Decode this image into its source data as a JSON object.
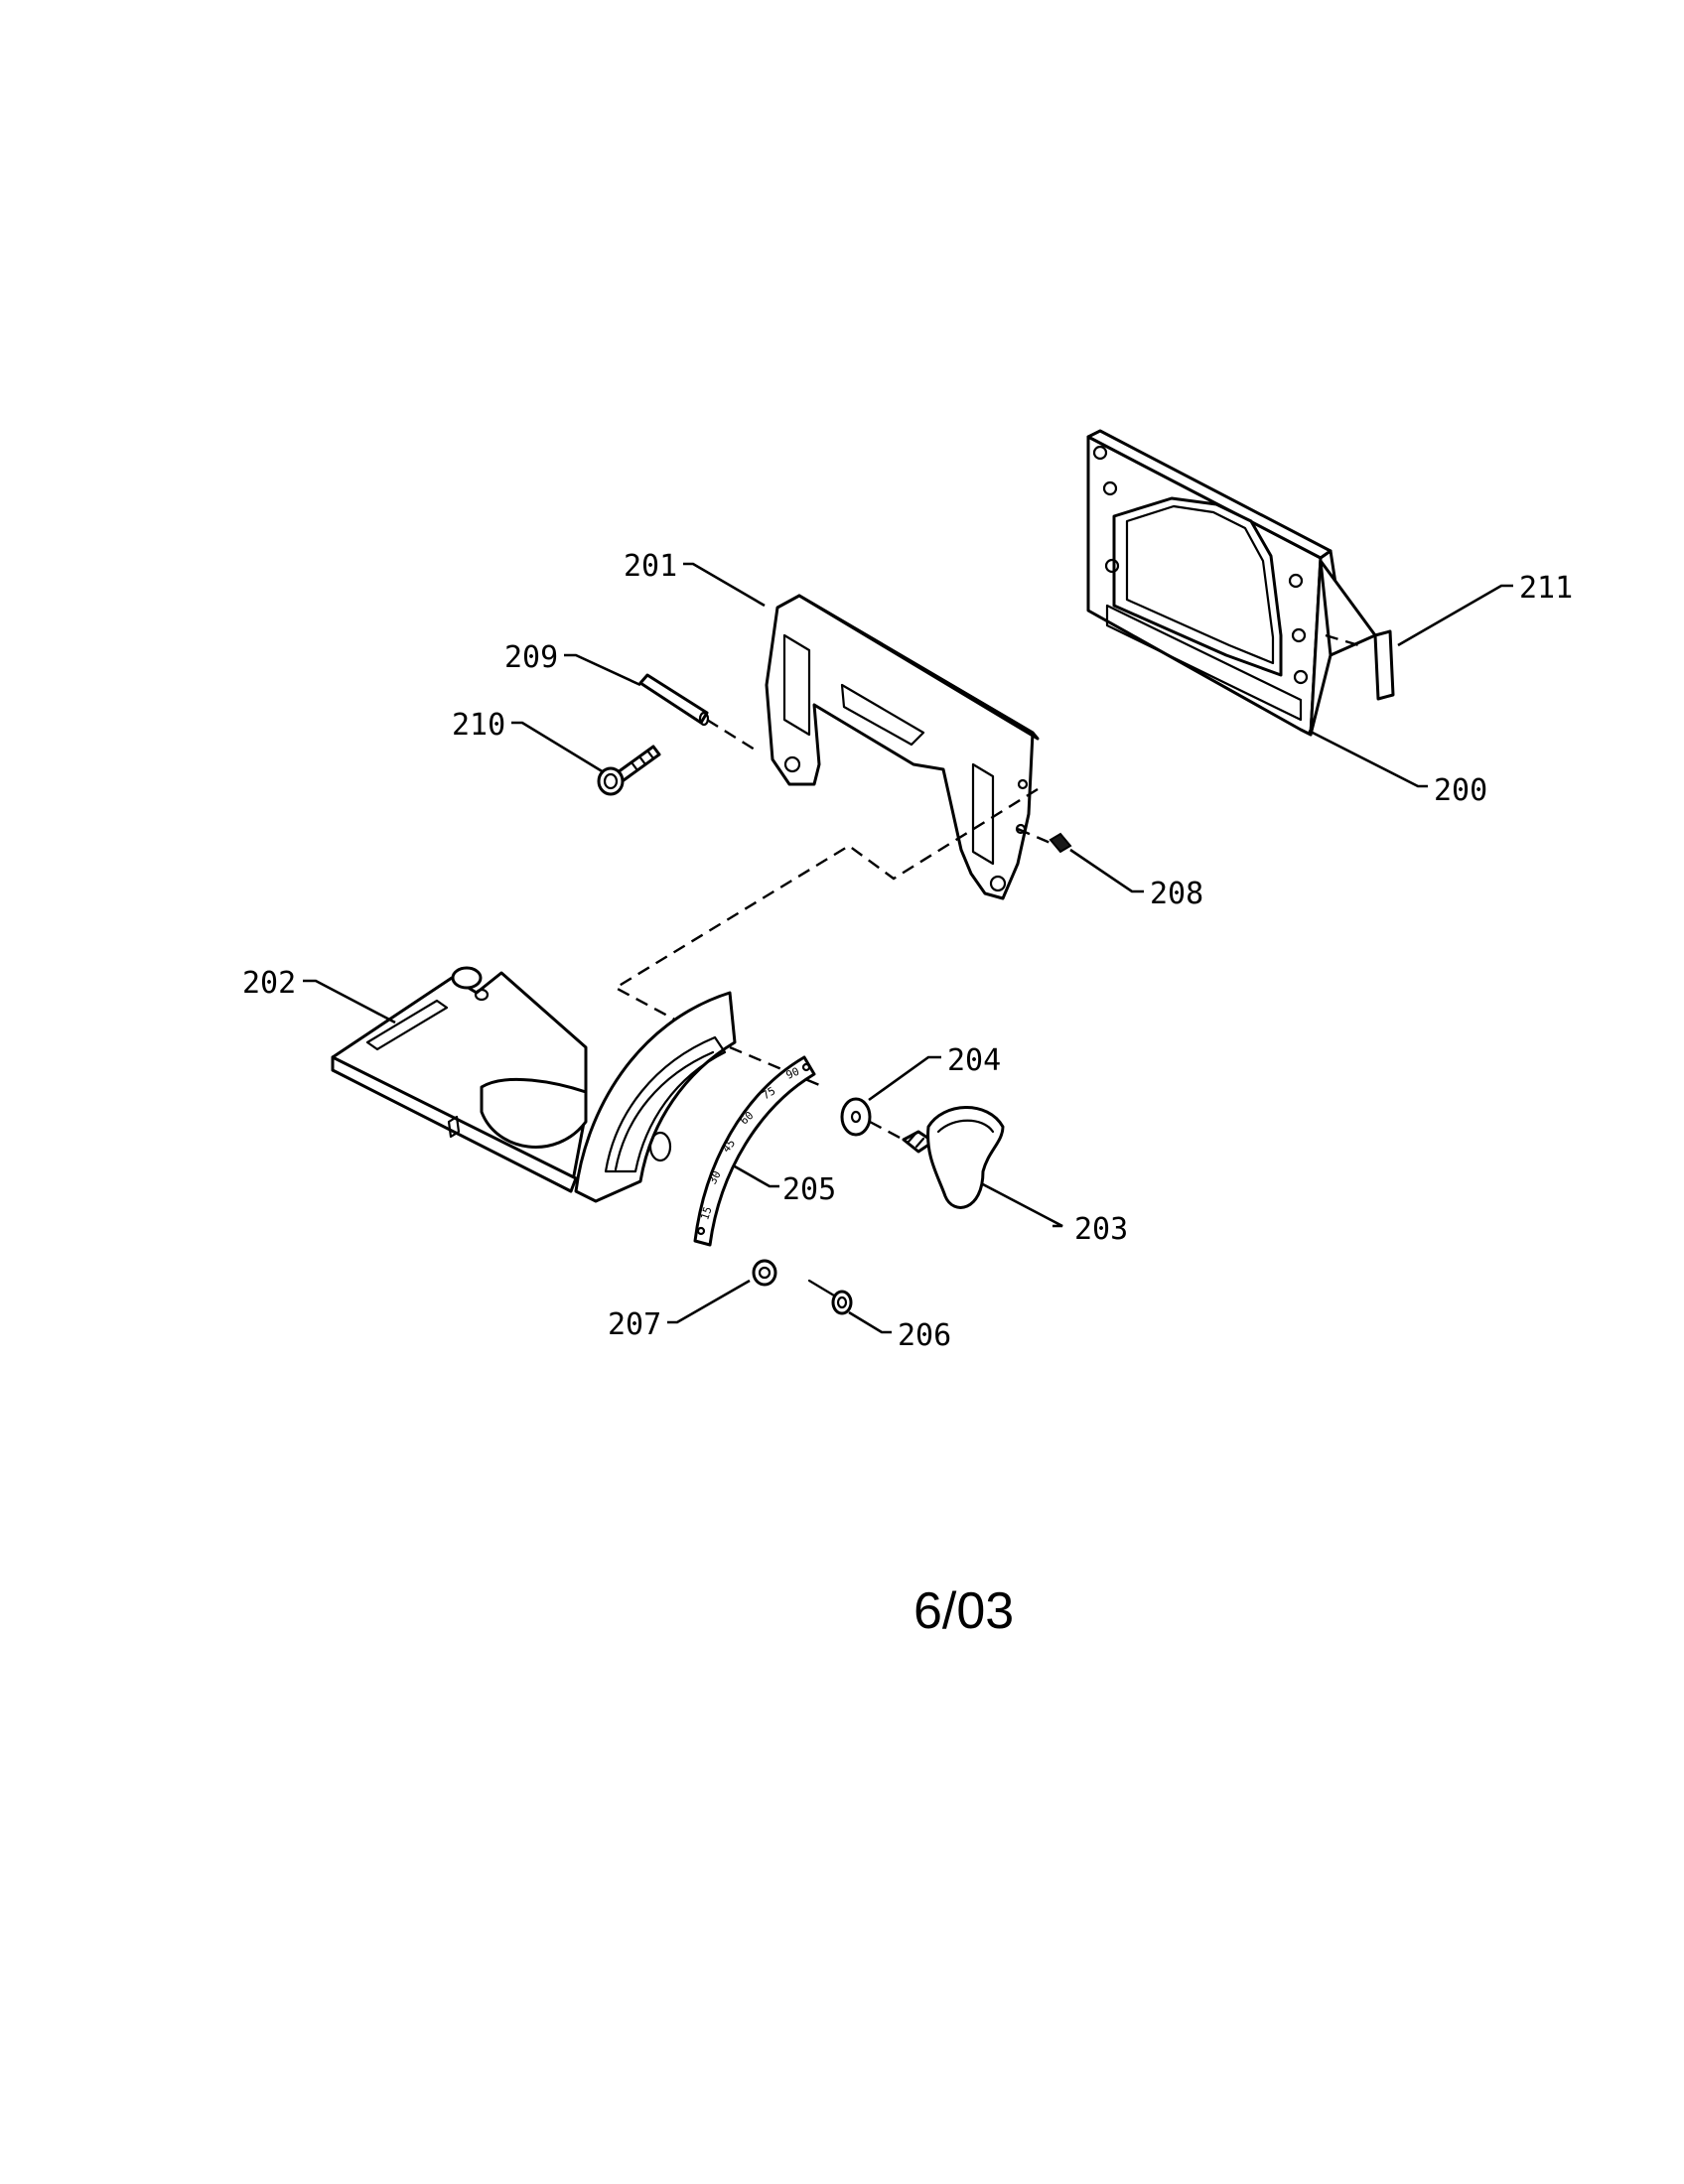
{
  "callouts": {
    "p200": "200",
    "p201": "201",
    "p202": "202",
    "p203": "203",
    "p204": "204",
    "p205": "205",
    "p206": "206",
    "p207": "207",
    "p208": "208",
    "p209": "209",
    "p210": "210",
    "p211": "211"
  },
  "scale_marks": [
    "15",
    "30",
    "45",
    "60",
    "75",
    "90"
  ],
  "date_code": "6/03"
}
